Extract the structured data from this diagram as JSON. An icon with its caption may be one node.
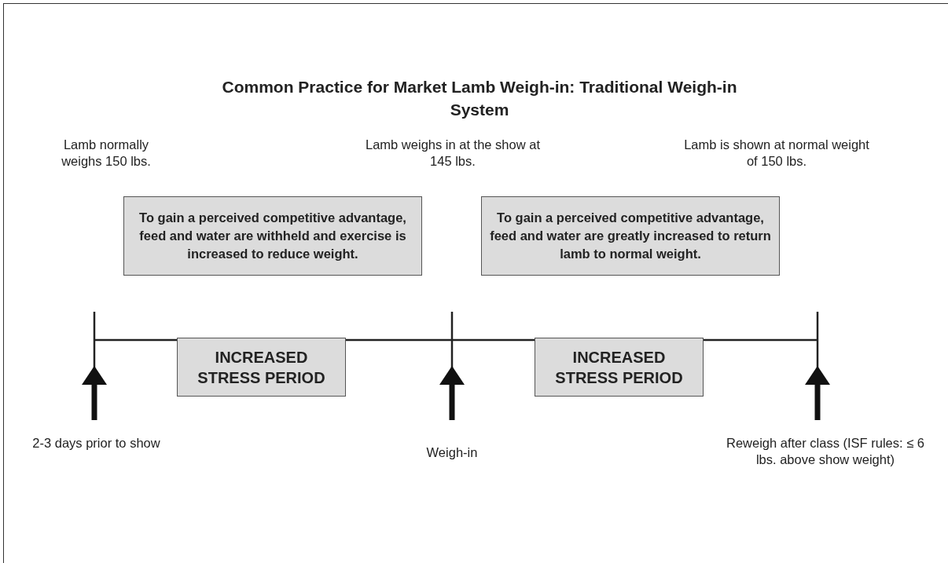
{
  "diagram": {
    "title": "Common Practice for Market Lamb Weigh-in: Traditional Weigh-in System",
    "nodes": [
      {
        "text": [
          "To gain a perceived competitive advantage, feed and water are withheld and exercise is increased to reduce weight."
        ]
      },
      {
        "text": [
          "To gain a perceived competitive advantage, feed and water are greatly increased to return lamb to normal weight."
        ]
      },
      {
        "text": [
          "INCREASED STRESS PERIOD"
        ]
      },
      {
        "text": [
          "INCREASED STRESS PERIOD"
        ]
      }
    ],
    "labels": [
      "Lamb normally weighs 150 lbs.",
      "Lamb weighs in at the show at 145 lbs.",
      "Lamb is shown at normal weight of 150 lbs.",
      "2-3 days prior to show",
      "Weigh-in",
      "Reweigh after class (ISF rules: ≤ 6 lbs. above show weight)"
    ]
  }
}
